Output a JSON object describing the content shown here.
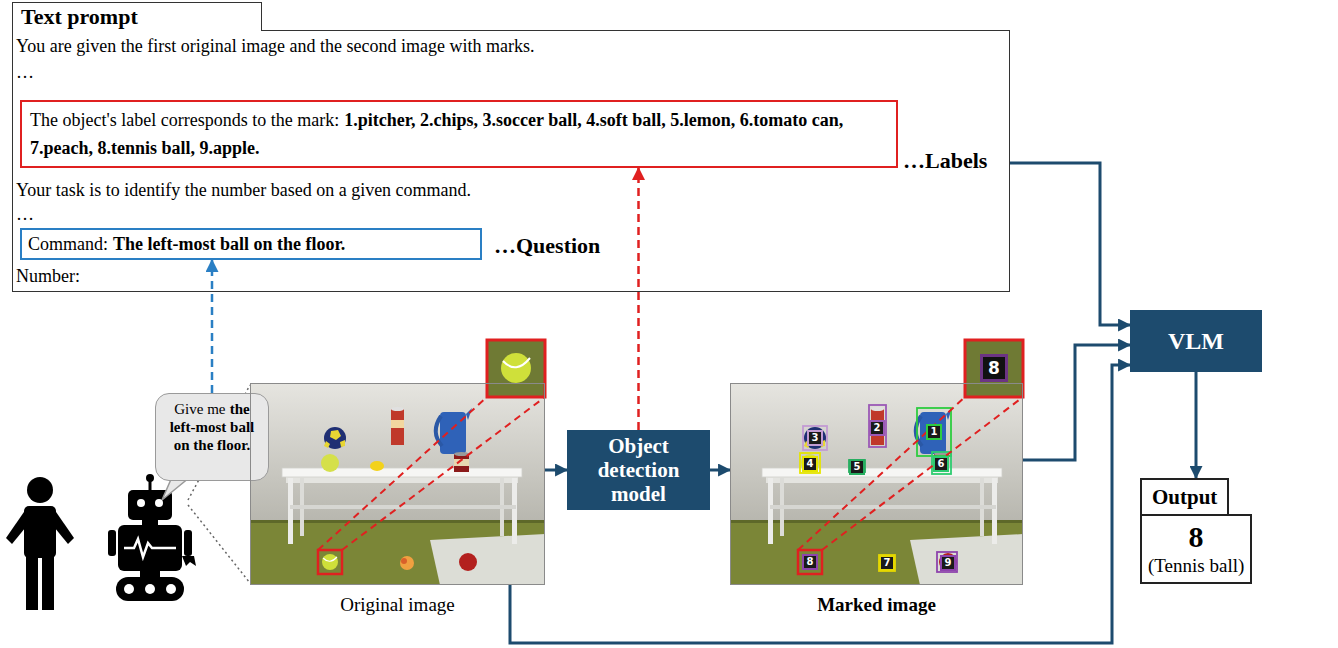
{
  "diagram": {
    "nodes": [
      {
        "text": [
          "Text prompt",
          "You are given the first original image and the second image with marks.",
          "…",
          "Your task is to identify the number based on a given command.",
          "…",
          "Number:"
        ]
      },
      {
        "text": [
          "The object's label corresponds to the mark:",
          "1.pitcher, 2.chips, 3.soccer ball, 4.soft ball, 5.lemon, 6.tomato can, 7.peach, 8.tennis ball, 9.apple."
        ],
        "in": 0
      },
      {
        "text": [
          "Command:",
          "The left-most ball on the floor."
        ],
        "in": 0
      },
      {
        "text": [
          "Give me",
          "the left-most ball on the floor."
        ]
      },
      {
        "text": [
          "Original image"
        ]
      },
      {
        "text": [
          "Object detection model"
        ]
      },
      {
        "text": [
          "Marked image"
        ]
      },
      {
        "text": [
          "VLM"
        ]
      },
      {
        "text": [
          "Output",
          "8",
          "(Tennis ball)"
        ]
      }
    ],
    "edges": [
      {
        "from": 0,
        "to": 7,
        "arrow": "to"
      },
      {
        "from": 6,
        "to": 7,
        "arrow": "to"
      },
      {
        "from": 4,
        "to": 7,
        "arrow": "to"
      },
      {
        "from": 4,
        "to": 5,
        "arrow": "to"
      },
      {
        "from": 5,
        "to": 6,
        "arrow": "to"
      },
      {
        "from": 7,
        "to": 8,
        "arrow": "to"
      },
      {
        "from": 3,
        "to": 2,
        "arrow": "to"
      },
      {
        "from": 5,
        "to": 1,
        "arrow": "to"
      }
    ],
    "labels": [
      "…Labels",
      "…Question",
      "1",
      "2",
      "3",
      "4",
      "5",
      "6",
      "7",
      "8",
      "9",
      "8"
    ]
  }
}
